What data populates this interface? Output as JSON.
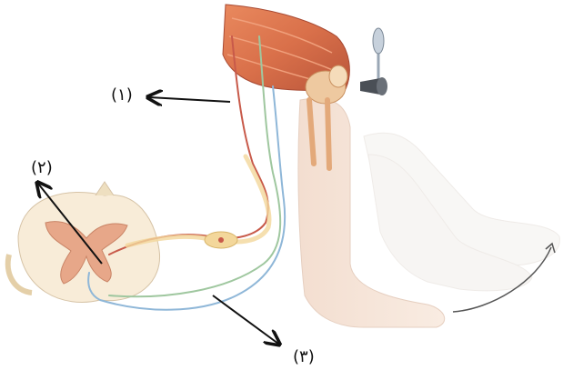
{
  "labels": {
    "one": "(١)",
    "two": "(٢)",
    "three": "(٣)"
  },
  "colors": {
    "muscle": "#d9704a",
    "skin": "#f6e4d8",
    "spinal_grey": "#e7a789",
    "spinal_white": "#f8ecd8",
    "nerve_blue": "#8fb7d8",
    "nerve_green": "#9fc79f",
    "nerve_red": "#c85a4a",
    "arrow": "#111111"
  },
  "icons": [
    "reflex-hammer-icon"
  ]
}
